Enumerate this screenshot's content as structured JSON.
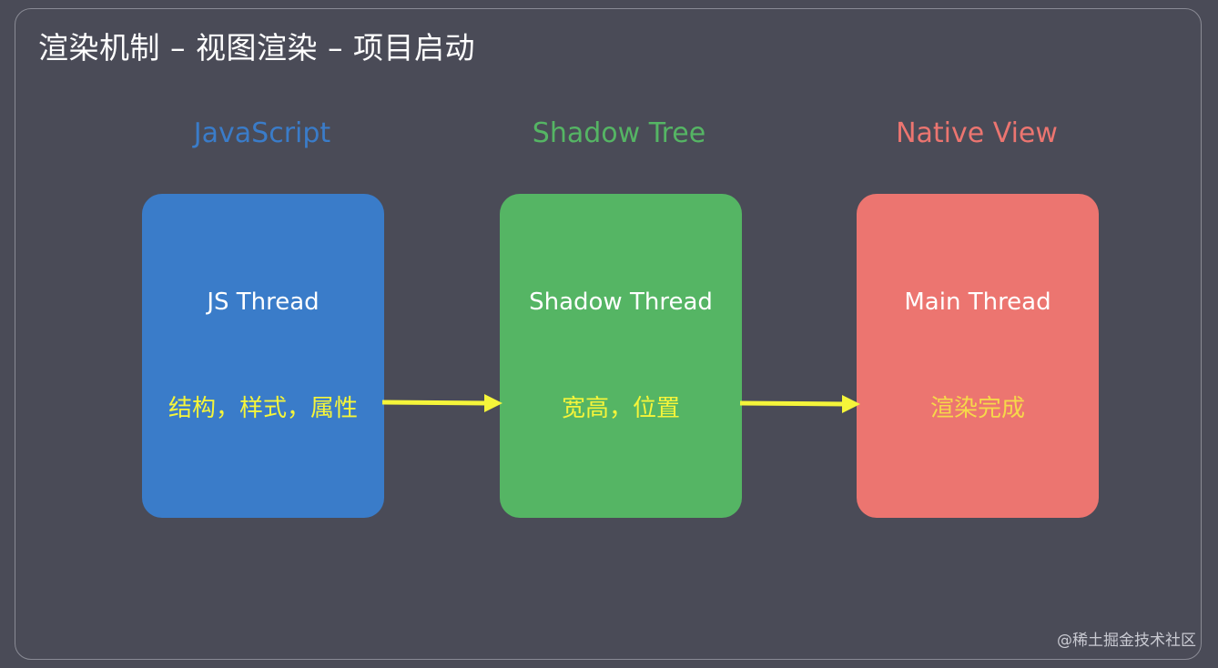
{
  "title": "渲染机制 – 视图渲染 – 项目启动",
  "colors": {
    "background": "#4a4b57",
    "js": "#3a7cc9",
    "shadow": "#55b564",
    "native": "#ec7570",
    "arrow": "#f5f53a",
    "detail_text": "#f5f53a",
    "native_detail_text": "#f6d84a"
  },
  "columns": [
    {
      "heading": "JavaScript",
      "thread": "JS Thread",
      "detail": "结构，样式，属性"
    },
    {
      "heading": "Shadow Tree",
      "thread": "Shadow Thread",
      "detail": "宽高，位置"
    },
    {
      "heading": "Native View",
      "thread": "Main Thread",
      "detail": "渲染完成"
    }
  ],
  "watermark": "@稀土掘金技术社区"
}
